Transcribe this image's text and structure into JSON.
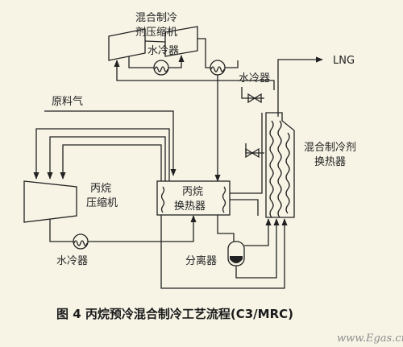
{
  "labels": {
    "mr_compressor_line1": "混合制冷",
    "mr_compressor_line2": "剂压缩机",
    "water_cooler_top": "水冷器",
    "water_cooler_right": "水冷器",
    "water_cooler_bottom": "水冷器",
    "lng": "LNG",
    "feed_gas": "原料气",
    "mr_exchanger_line1": "混合制冷剂",
    "mr_exchanger_line2": "换热器",
    "propane_compressor_line1": "丙烷",
    "propane_compressor_line2": "压缩机",
    "propane_exchanger_line1": "丙烷",
    "propane_exchanger_line2": "换热器",
    "separator": "分离器"
  },
  "caption": "图 4    丙烷预冷混合制冷工艺流程(C3/MRC)",
  "watermark": "www.Egas.cn",
  "icons": [
    "compressor-icon",
    "heat-exchanger-coil-icon",
    "valve-icon",
    "separator-vessel-icon",
    "arrow-icon"
  ]
}
